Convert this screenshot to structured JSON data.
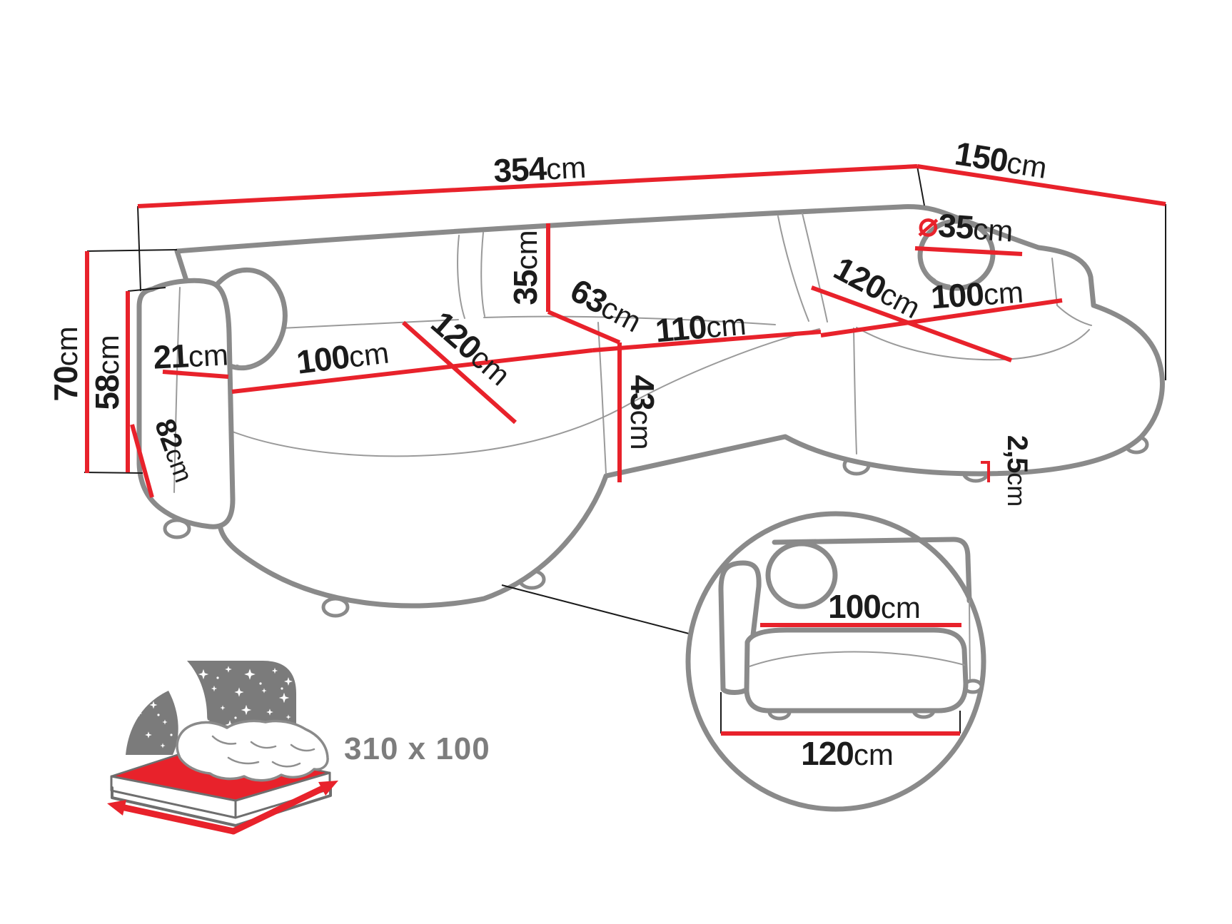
{
  "title": "Corner sofa dimensions diagram",
  "colors": {
    "dimension_red": "#e8222b",
    "sofa_outline_gray": "#8a8a8a",
    "label_black": "#1b1b1b",
    "bed_icon_gray": "#7b7b7b",
    "bed_size_text_gray": "#7d7d7d"
  },
  "dimensions": {
    "total_width": {
      "value": "354",
      "unit": "cm"
    },
    "total_depth": {
      "value": "150",
      "unit": "cm"
    },
    "total_height": {
      "value": "70",
      "unit": "cm"
    },
    "backrest_height": {
      "value": "58",
      "unit": "cm"
    },
    "armrest_width": {
      "value": "21",
      "unit": "cm"
    },
    "armrest_depth": {
      "value": "82",
      "unit": "cm"
    },
    "left_seat_width": {
      "value": "100",
      "unit": "cm"
    },
    "seat_depth": {
      "value": "120",
      "unit": "cm"
    },
    "back_cushion_height": {
      "value": "35",
      "unit": "cm"
    },
    "back_cushion_depth": {
      "value": "63",
      "unit": "cm"
    },
    "middle_seat_width": {
      "value": "110",
      "unit": "cm"
    },
    "seat_height": {
      "value": "43",
      "unit": "cm"
    },
    "chaise_length": {
      "value": "120",
      "unit": "cm"
    },
    "chaise_width": {
      "value": "100",
      "unit": "cm"
    },
    "pillow_diameter": {
      "symbol": "⌀",
      "value": "35",
      "unit": "cm"
    },
    "leg_height": {
      "value": "2,5",
      "unit": "cm"
    }
  },
  "inset": {
    "seat_depth": {
      "value": "100",
      "unit": "cm"
    },
    "total_depth": {
      "value": "120",
      "unit": "cm"
    }
  },
  "sleeping_area": {
    "label": "310 x 100"
  }
}
